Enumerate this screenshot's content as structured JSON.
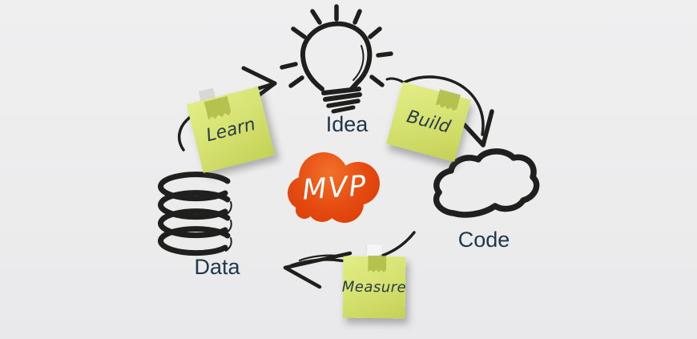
{
  "diagram": {
    "center": {
      "label": "MVP",
      "shape": "orange-cloud-blob"
    },
    "nodes": {
      "idea": {
        "label": "Idea",
        "icon": "lightbulb-icon"
      },
      "build": {
        "label": "Build",
        "type": "sticky-note"
      },
      "code": {
        "label": "Code",
        "icon": "cloud-icon"
      },
      "measure": {
        "label": "Measure",
        "type": "sticky-note"
      },
      "data": {
        "label": "Data",
        "icon": "database-icon"
      },
      "learn": {
        "label": "Learn",
        "type": "sticky-note"
      }
    },
    "flow": [
      "Idea",
      "Build",
      "Code",
      "Measure",
      "Data",
      "Learn"
    ],
    "colors": {
      "background": "#ededee",
      "ink": "#1f1f1d",
      "label_text": "#20374a",
      "note_paper": "#d6e271",
      "note_tape": "#afba46",
      "mvp_orange": "#e44a0c",
      "mvp_orange_light": "#f2702a",
      "mvp_text": "#ffffff"
    }
  }
}
